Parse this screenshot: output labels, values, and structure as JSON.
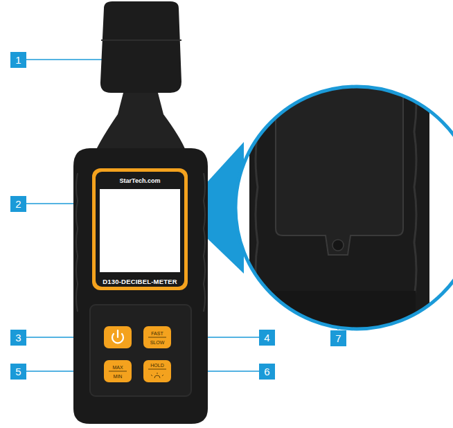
{
  "diagram": {
    "labels": [
      "1",
      "StarTech.com",
      "2",
      "D130-DECIBEL-METER",
      "3",
      "FAST",
      "SLOW",
      "4",
      "5",
      "MAX",
      "MIN",
      "HOLD",
      "6",
      "7"
    ]
  }
}
